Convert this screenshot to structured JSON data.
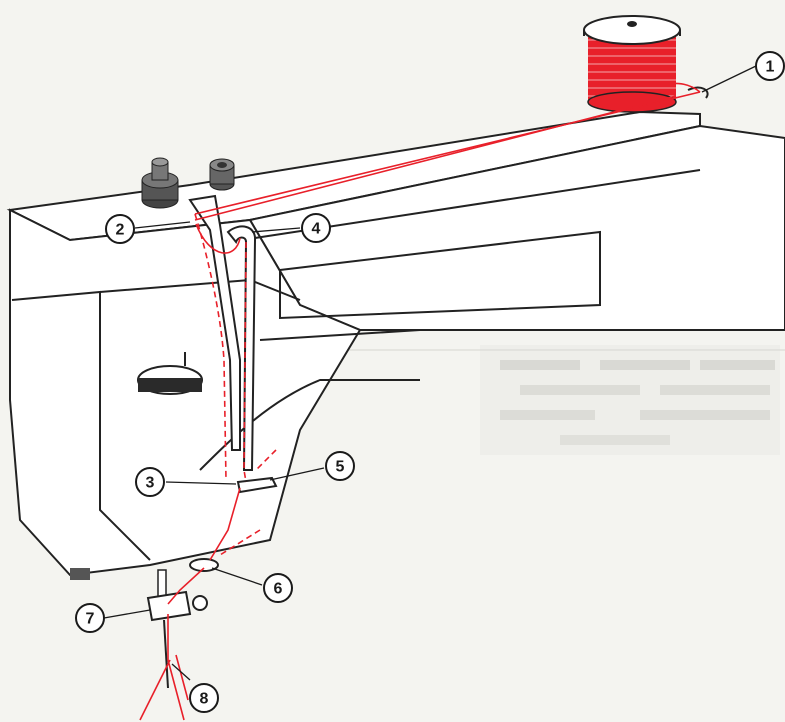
{
  "callouts": [
    {
      "id": "1",
      "label": "1"
    },
    {
      "id": "2",
      "label": "2"
    },
    {
      "id": "3",
      "label": "3"
    },
    {
      "id": "4",
      "label": "4"
    },
    {
      "id": "5",
      "label": "5"
    },
    {
      "id": "6",
      "label": "6"
    },
    {
      "id": "7",
      "label": "7"
    },
    {
      "id": "8",
      "label": "8"
    }
  ],
  "colors": {
    "thread": "#e8202a",
    "line": "#222222",
    "paper": "#f4f4f0"
  }
}
